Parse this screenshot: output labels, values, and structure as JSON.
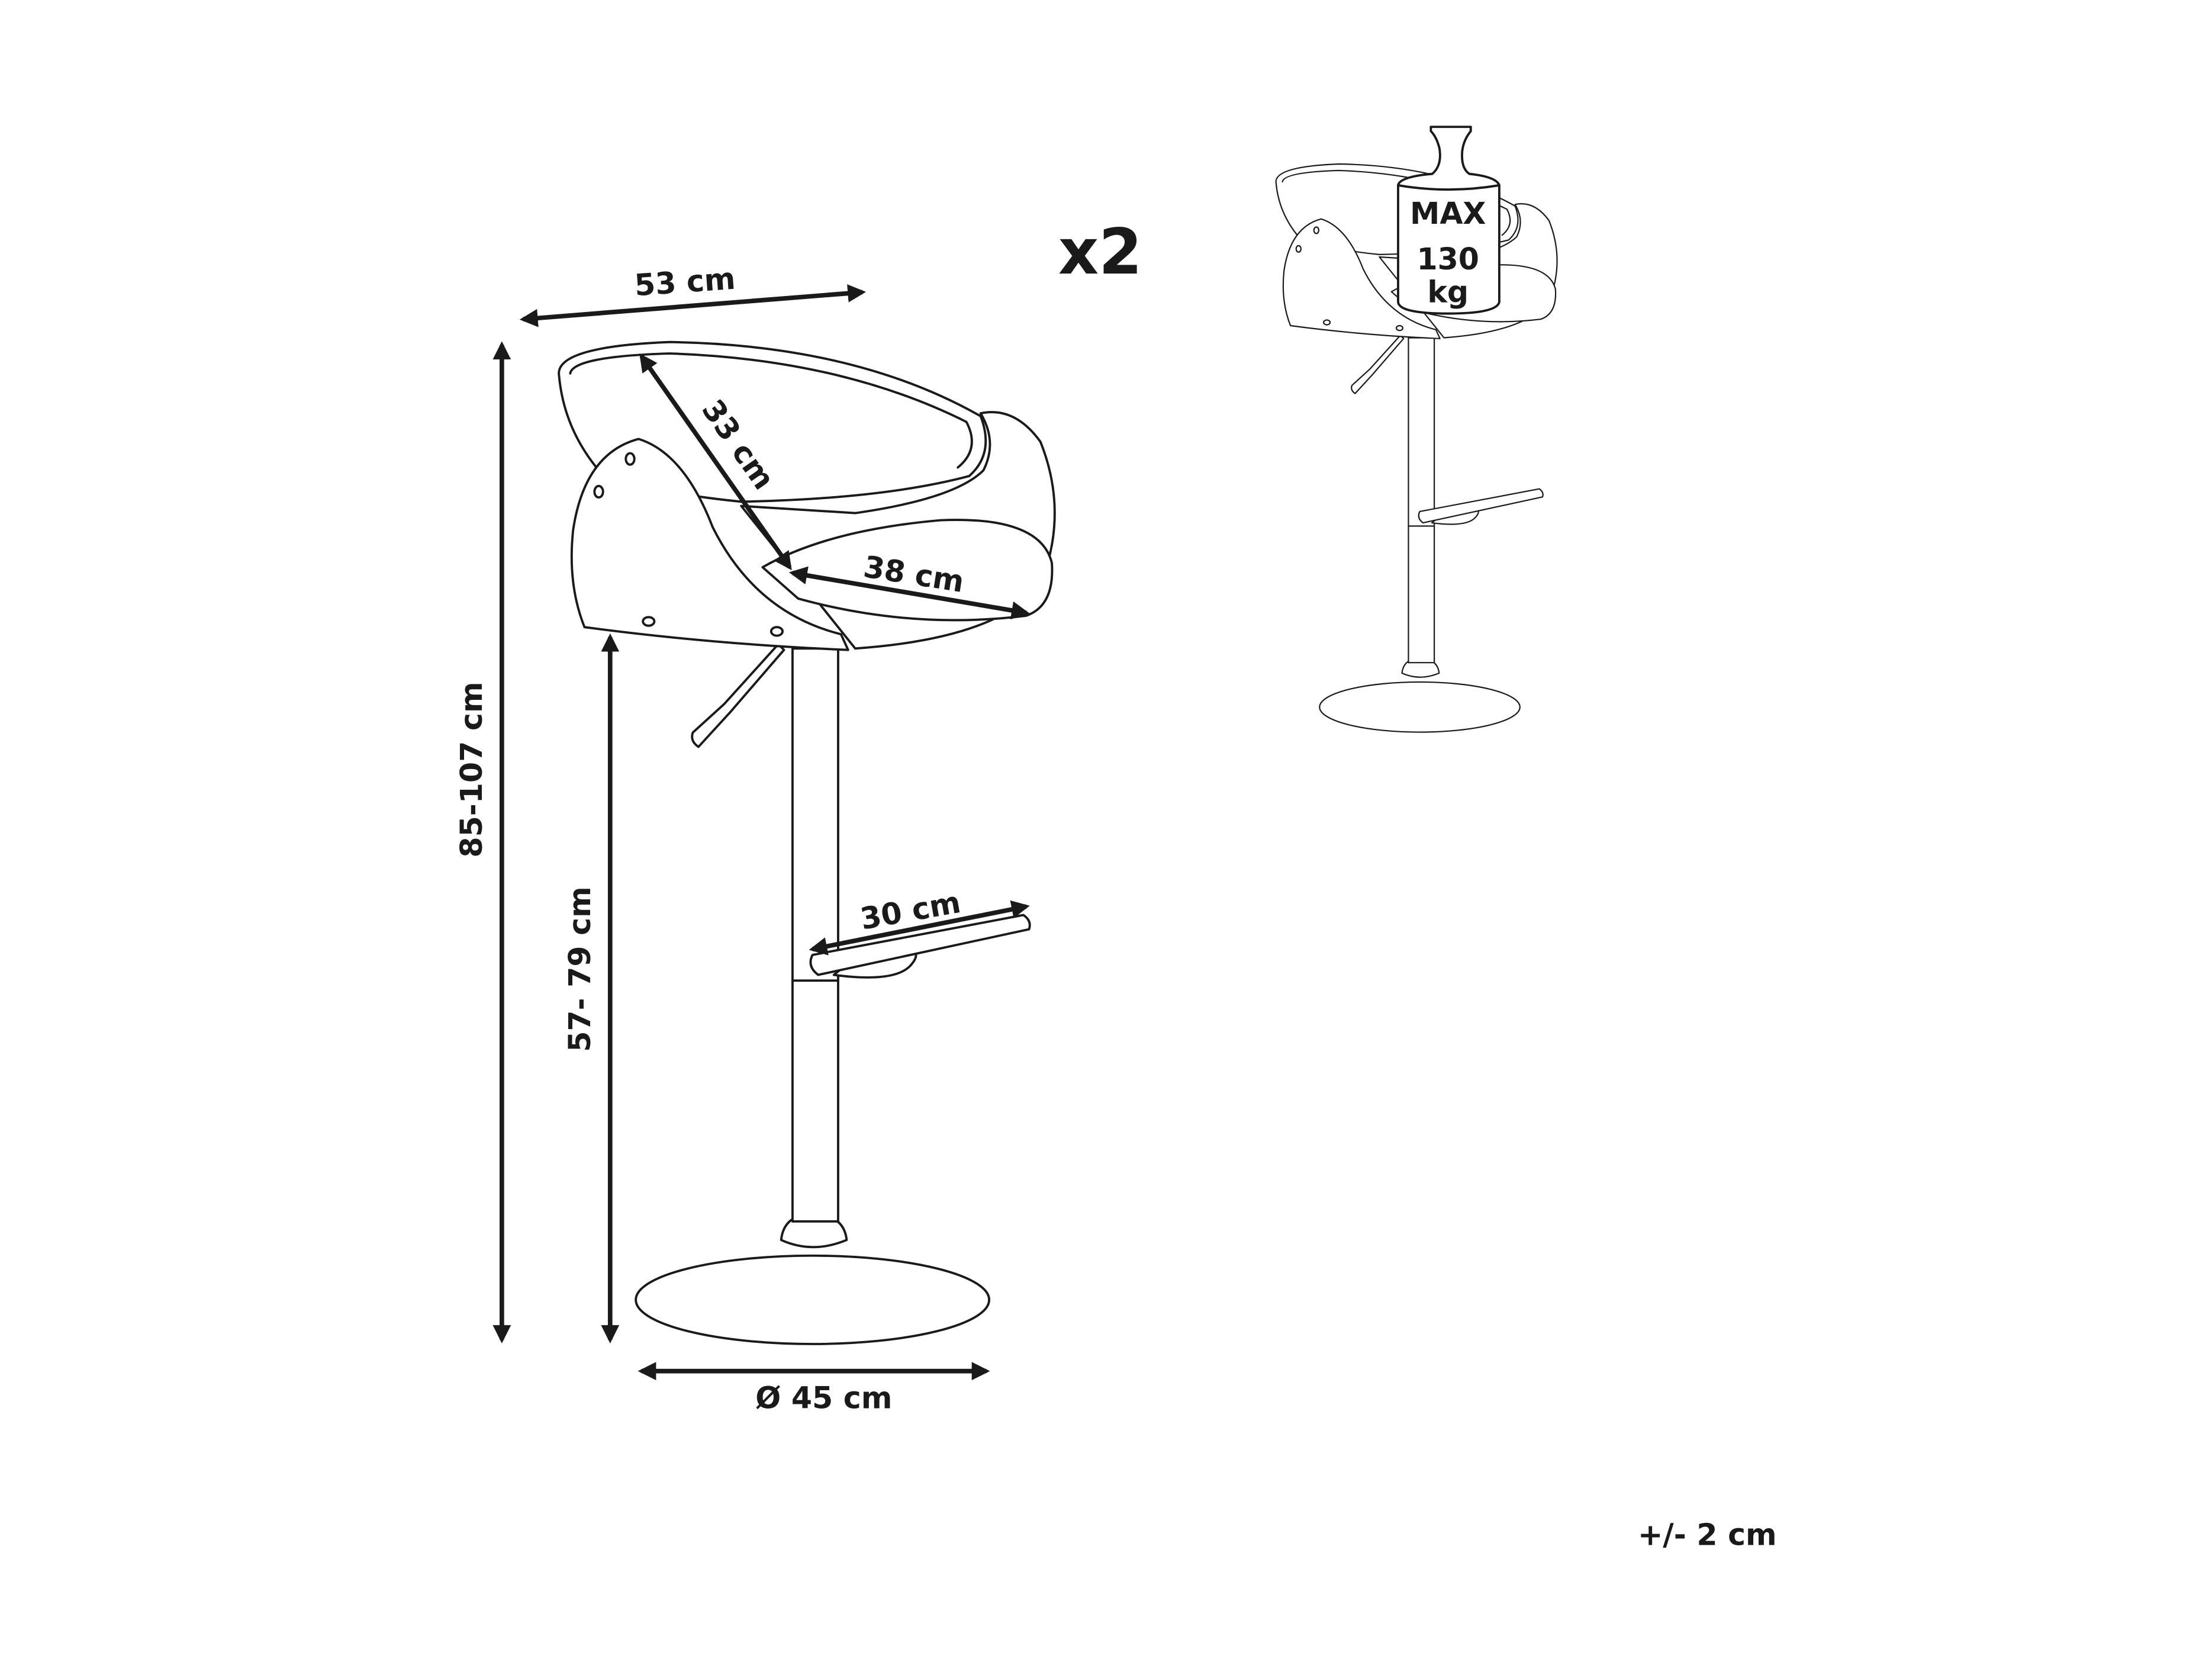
{
  "dimensions": {
    "width": "53 cm",
    "total_height": "85-107 cm",
    "seat_height": "57- 79 cm",
    "base_diameter": "Ø 45  cm",
    "backrest_depth": "33 cm",
    "seat_width": "38 cm",
    "footrest": "30 cm"
  },
  "quantity": "x2",
  "max_load": {
    "line1": "MAX",
    "line2": "130",
    "line3": "kg"
  },
  "tolerance": "+/- 2 cm"
}
